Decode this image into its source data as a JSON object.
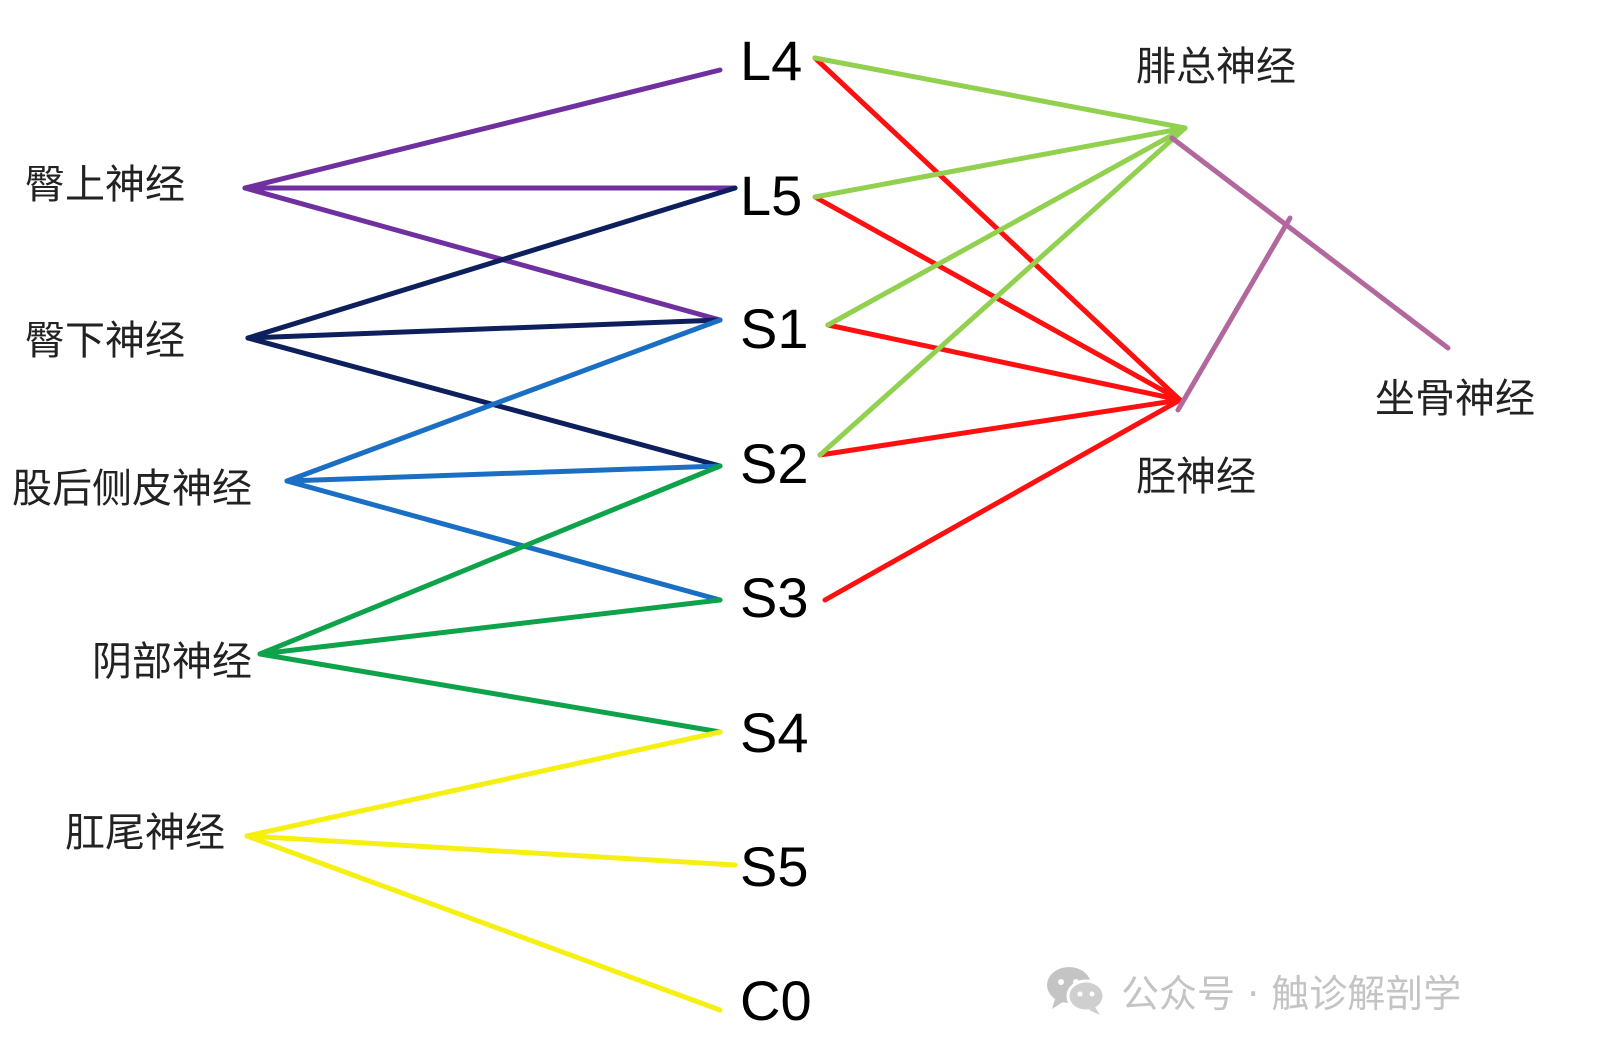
{
  "roots": {
    "L4": "L4",
    "L5": "L5",
    "S1": "S1",
    "S2": "S2",
    "S3": "S3",
    "S4": "S4",
    "S5": "S5",
    "C0": "C0"
  },
  "nerves": {
    "sup_gluteal": "臀上神经",
    "inf_gluteal": "臀下神经",
    "post_femoral_cutaneous": "股后侧皮神经",
    "pudendal": "阴部神经",
    "anococcygeal": "肛尾神经",
    "common_peroneal": "腓总神经",
    "tibial": "胫神经",
    "sciatic": "坐骨神经"
  },
  "connections": {
    "sup_gluteal": [
      "L4",
      "L5",
      "S1"
    ],
    "inf_gluteal": [
      "L5",
      "S1",
      "S2"
    ],
    "post_femoral_cutaneous": [
      "S1",
      "S2",
      "S3"
    ],
    "pudendal": [
      "S2",
      "S3",
      "S4"
    ],
    "anococcygeal": [
      "S4",
      "S5",
      "C0"
    ],
    "common_peroneal": [
      "L4",
      "L5",
      "S1",
      "S2"
    ],
    "tibial": [
      "L4",
      "L5",
      "S1",
      "S2",
      "S3"
    ]
  },
  "colors": {
    "sup_gluteal": "#7030a0",
    "inf_gluteal": "#0d1f5c",
    "post_femoral_cutaneous": "#1a6fc4",
    "pudendal": "#0ea34a",
    "anococcygeal": "#f5ef12",
    "common_peroneal": "#92d050",
    "tibial": "#ff1010",
    "sciatic": "#b2689c"
  },
  "watermark": {
    "icon": "wechat-icon",
    "text": "公众号 · 触诊解剖学"
  }
}
